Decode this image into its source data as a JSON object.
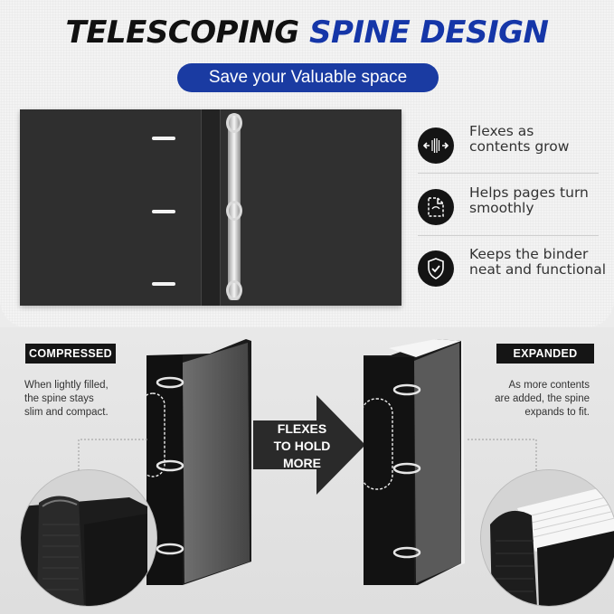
{
  "headline": {
    "part1": "TELESCOPING",
    "part2": "SPINE DESIGN"
  },
  "subtitle": "Save your Valuable space",
  "features": [
    {
      "line1": "Flexes as",
      "line2": "contents grow",
      "icon": "expand-arrows-icon"
    },
    {
      "line1": "Helps pages turn",
      "line2": "smoothly",
      "icon": "page-turn-icon"
    },
    {
      "line1": "Keeps the binder",
      "line2": "neat and functional",
      "icon": "shield-check-icon"
    }
  ],
  "compressed": {
    "label": "COMPRESSED",
    "desc": [
      "When lightly filled,",
      "the spine stays",
      "slim and compact."
    ]
  },
  "expanded": {
    "label": "EXPANDED",
    "desc": [
      "As more contents",
      "are added, the spine",
      "expands to fit."
    ]
  },
  "arrow": {
    "lines": [
      "FLEXES",
      "TO HOLD",
      "MORE"
    ]
  },
  "colors": {
    "brand_blue": "#1a3ba2",
    "headline_blue": "#1536a8",
    "binder_black": "#1a1a1a"
  }
}
